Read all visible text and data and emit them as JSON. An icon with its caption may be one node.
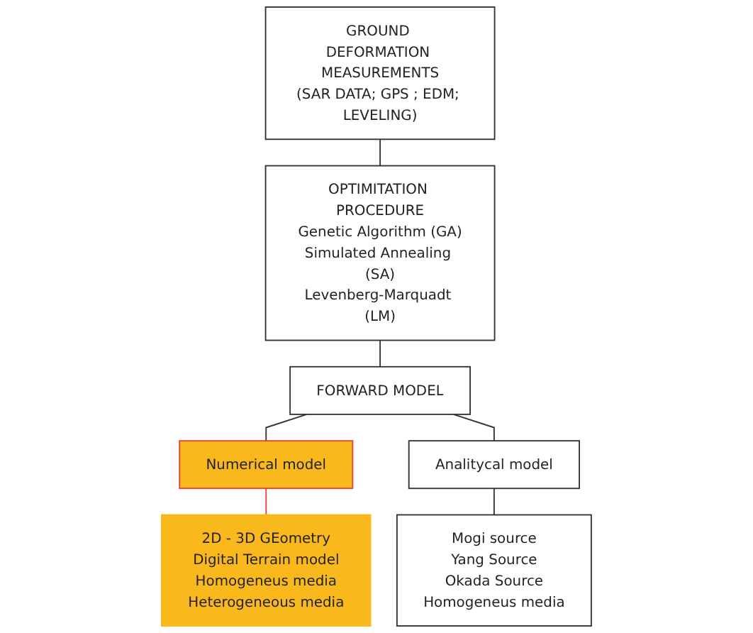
{
  "diagram": {
    "nodes": [
      {
        "text": [
          "GROUND DEFORMATION MEASUREMENTS",
          "(SAR DATA; GPS ; EDM; LEVELING)"
        ]
      },
      {
        "text": [
          "OPTIMITATION PROCEDURE",
          "Genetic Algorithm (GA)",
          "Simulated Annealing (SA)",
          "Levenberg-Marquadt (LM)"
        ]
      },
      {
        "text": [
          "FORWARD  MODEL"
        ]
      },
      {
        "text": [
          "Numerical model"
        ]
      },
      {
        "text": [
          "Analitycal model"
        ]
      },
      {
        "text": [
          "2D - 3D GEometry",
          "Digital Terrain model",
          "Homogeneus media",
          "Heterogeneous media"
        ]
      },
      {
        "text": [
          "Mogi source",
          "Yang Source",
          "Okada Source",
          "Homogeneus media"
        ]
      }
    ],
    "edges": [
      {
        "from": 0,
        "to": 1,
        "arrow": "none"
      },
      {
        "from": 1,
        "to": 2,
        "arrow": "none"
      },
      {
        "from": 2,
        "to": 3,
        "arrow": "none"
      },
      {
        "from": 2,
        "to": 4,
        "arrow": "none"
      },
      {
        "from": 3,
        "to": 5,
        "arrow": "none",
        "color": "#e0443a"
      },
      {
        "from": 4,
        "to": 6,
        "arrow": "none"
      }
    ]
  }
}
